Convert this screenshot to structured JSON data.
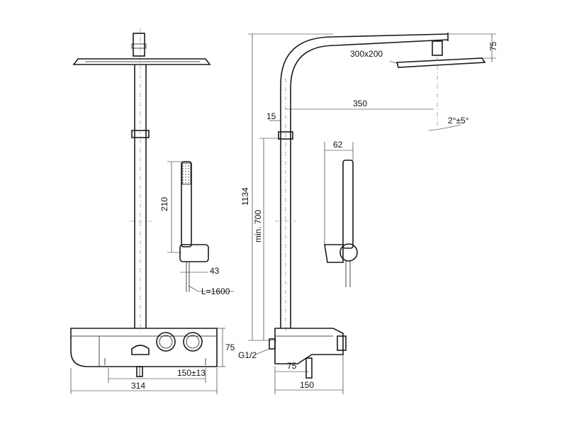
{
  "dimensions": {
    "head_size": "300x200",
    "head_height": "75",
    "arm_offset": "15",
    "arm_length": "350",
    "head_tilt": "2°±5°",
    "total_height": "1134",
    "min_height": "min. 700",
    "holder_width": "62",
    "hand_shower_length": "210",
    "holder_depth": "43",
    "hose_length": "L=1600",
    "mixer_height": "75",
    "spout_offset": "150±13",
    "mixer_width": "314",
    "inlet": "G1/2",
    "side_spout_offset": "75",
    "side_depth": "150"
  },
  "colors": {
    "line": "#1a1a1a",
    "background": "#ffffff"
  }
}
